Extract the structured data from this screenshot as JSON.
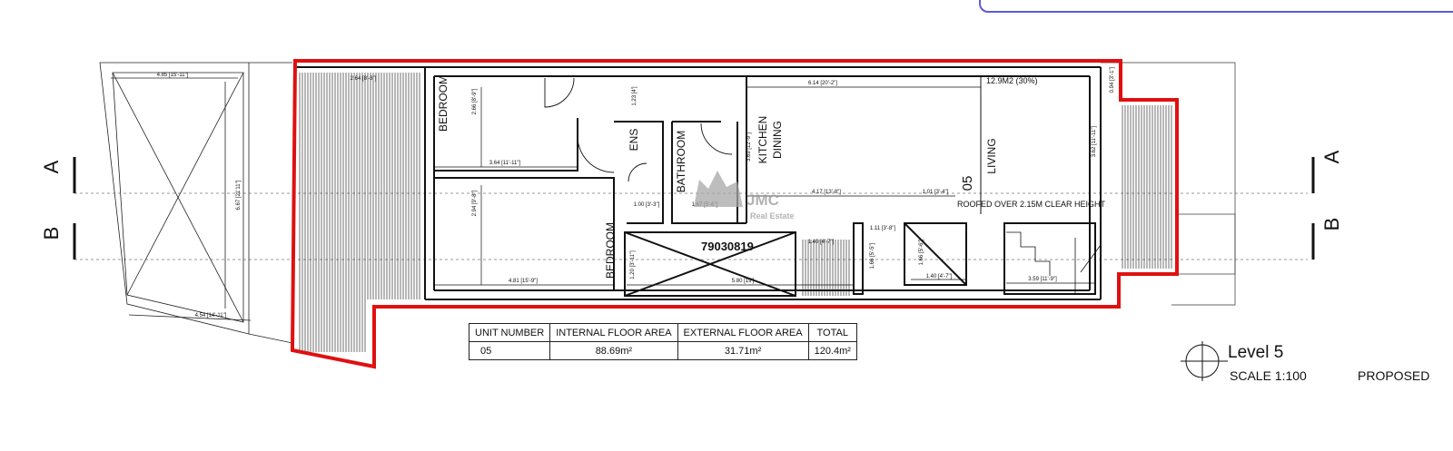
{
  "plan": {
    "section_a": "A",
    "section_b": "B",
    "unit_no": "05",
    "area_note": "12.9M2 (30%)",
    "roof_note": "ROOFED OVER 2.15M CLEAR HEIGHT",
    "ref_code": "79030819",
    "rooms": {
      "bedroom_1": "BEDROOM",
      "bedroom_2": "BEDROOM",
      "ens": "ENS",
      "bathroom": "BATHROOM",
      "kitchen": "KITCHEN",
      "dining": "DINING",
      "living": "LIVING"
    },
    "dimensions": {
      "d1": "4.85 [15'-11\"]",
      "d2": "4.54 [14'-11\"]",
      "d3": "6.67 [21'11\"]",
      "d4": "2.66 [8'-9\"]",
      "d5": "3.64 [11'-11\"]",
      "d6": "2.94 [9'-8\"]",
      "d7": "4.81 [15'-9\"]",
      "d8": "6.14 [20'-2\"]",
      "d9": "3.62 [11'-11\"]",
      "d10": "4.17 [13'-8\"]",
      "d11": "1.01 [3'-4\"]",
      "d12": "5.80 [19']",
      "d13": "1.00 [3'-3\"]",
      "d14": "1.67 [5'-6\"]",
      "d15": "1.11 [3'-8\"]",
      "d16": "1.40 [4'-7\"]",
      "d17": "3.59 [11'-9\"]",
      "d18": "1.23 [4']",
      "d19": "3.69 [12'-9\"]",
      "d20": "1.20 [3'-11\"]",
      "d21": "1.40 [4'-7\"]",
      "d22": "1.66 [5'-5\"]",
      "d23": "0.94 [3'-1\"]",
      "d24": "2.64 [8'-8\"]",
      "d25": "1.66 [5'-6\"]"
    }
  },
  "watermark": {
    "brand": "JMC",
    "sub": "Real Estate"
  },
  "area_table": {
    "headers": [
      "UNIT NUMBER",
      "INTERNAL FLOOR AREA",
      "EXTERNAL FLOOR AREA",
      "TOTAL"
    ],
    "row": [
      "05",
      "88.69m²",
      "31.71m²",
      "120.4m²"
    ]
  },
  "title_block": {
    "level": "Level 5",
    "scale": "SCALE 1:100",
    "status": "PROPOSED"
  },
  "colors": {
    "boundary": "#e01010",
    "line": "#111111",
    "frame": "#5b5bd6"
  }
}
